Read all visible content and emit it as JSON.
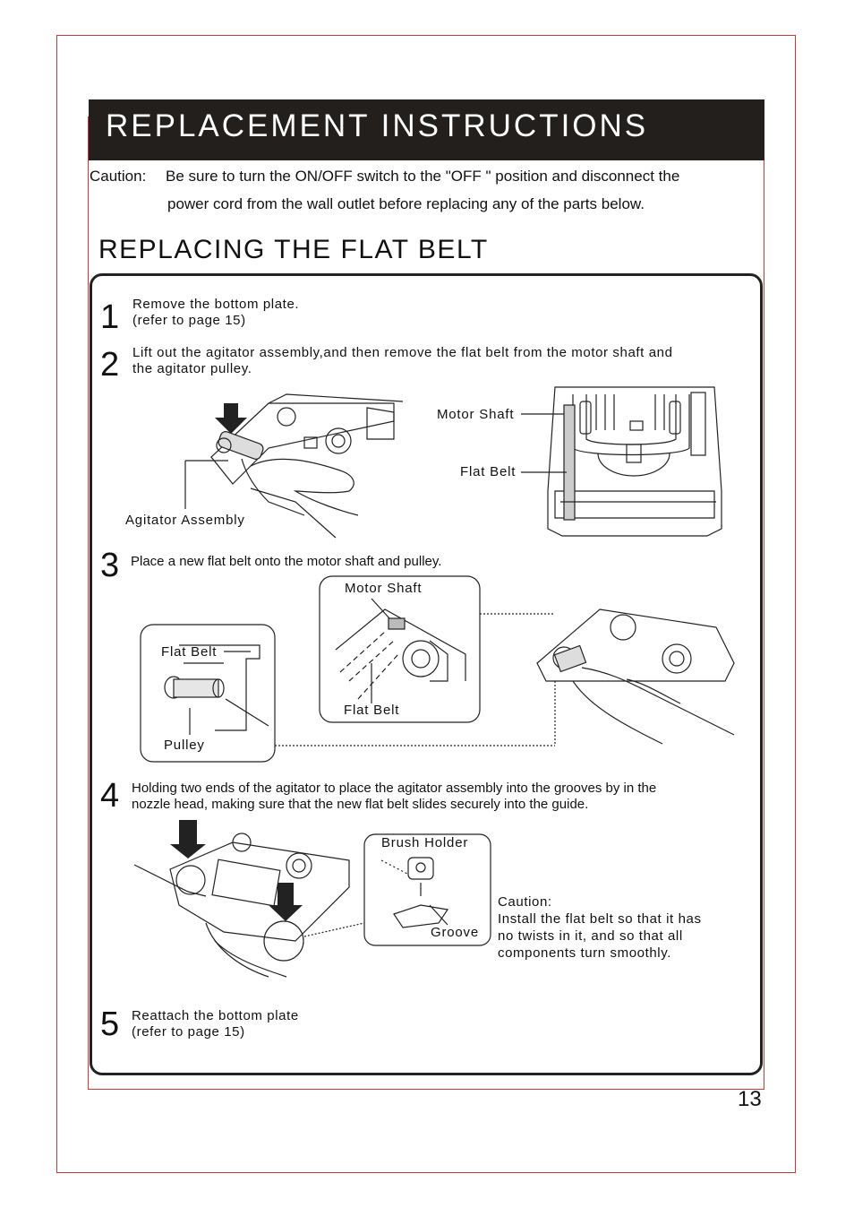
{
  "header": {
    "title": "REPLACEMENT  INSTRUCTIONS"
  },
  "caution": {
    "label": "Caution:",
    "line1": "Be sure to turn the  ON/OFF  switch to the \"OFF \" position and  disconnect  the",
    "line2": "power cord from the wall outlet  before replacing any of the parts below."
  },
  "section": {
    "title": "REPLACING THE FLAT BELT"
  },
  "steps": [
    {
      "number": "1",
      "line1": "Remove the bottom plate.",
      "line2": "(refer to page 15)"
    },
    {
      "number": "2",
      "line1": "Lift out the agitator assembly,and then remove the flat belt from the motor shaft and",
      "line2": "the agitator pulley."
    },
    {
      "number": "3",
      "line1": "Place a new flat belt onto the motor shaft and pulley."
    },
    {
      "number": "4",
      "line1": "Holding two ends of the agitator to place the agitator assembly into the grooves by  in the",
      "line2": "nozzle head, making sure that the new flat belt slides securely into the guide."
    },
    {
      "number": "5",
      "line1": "Reattach the bottom plate",
      "line2": "(refer to page 15)"
    }
  ],
  "labels": {
    "agitator_assembly": "Agitator Assembly",
    "motor_shaft": "Motor Shaft",
    "flat_belt": "Flat Belt",
    "pulley": "Pulley",
    "brush_holder": "Brush Holder",
    "groove": "Groove"
  },
  "note": {
    "title": "Caution:",
    "line1": "Install the flat belt so that it has",
    "line2": "no twists in it, and so that all",
    "line3": "components turn smoothly."
  },
  "page_number": "13"
}
